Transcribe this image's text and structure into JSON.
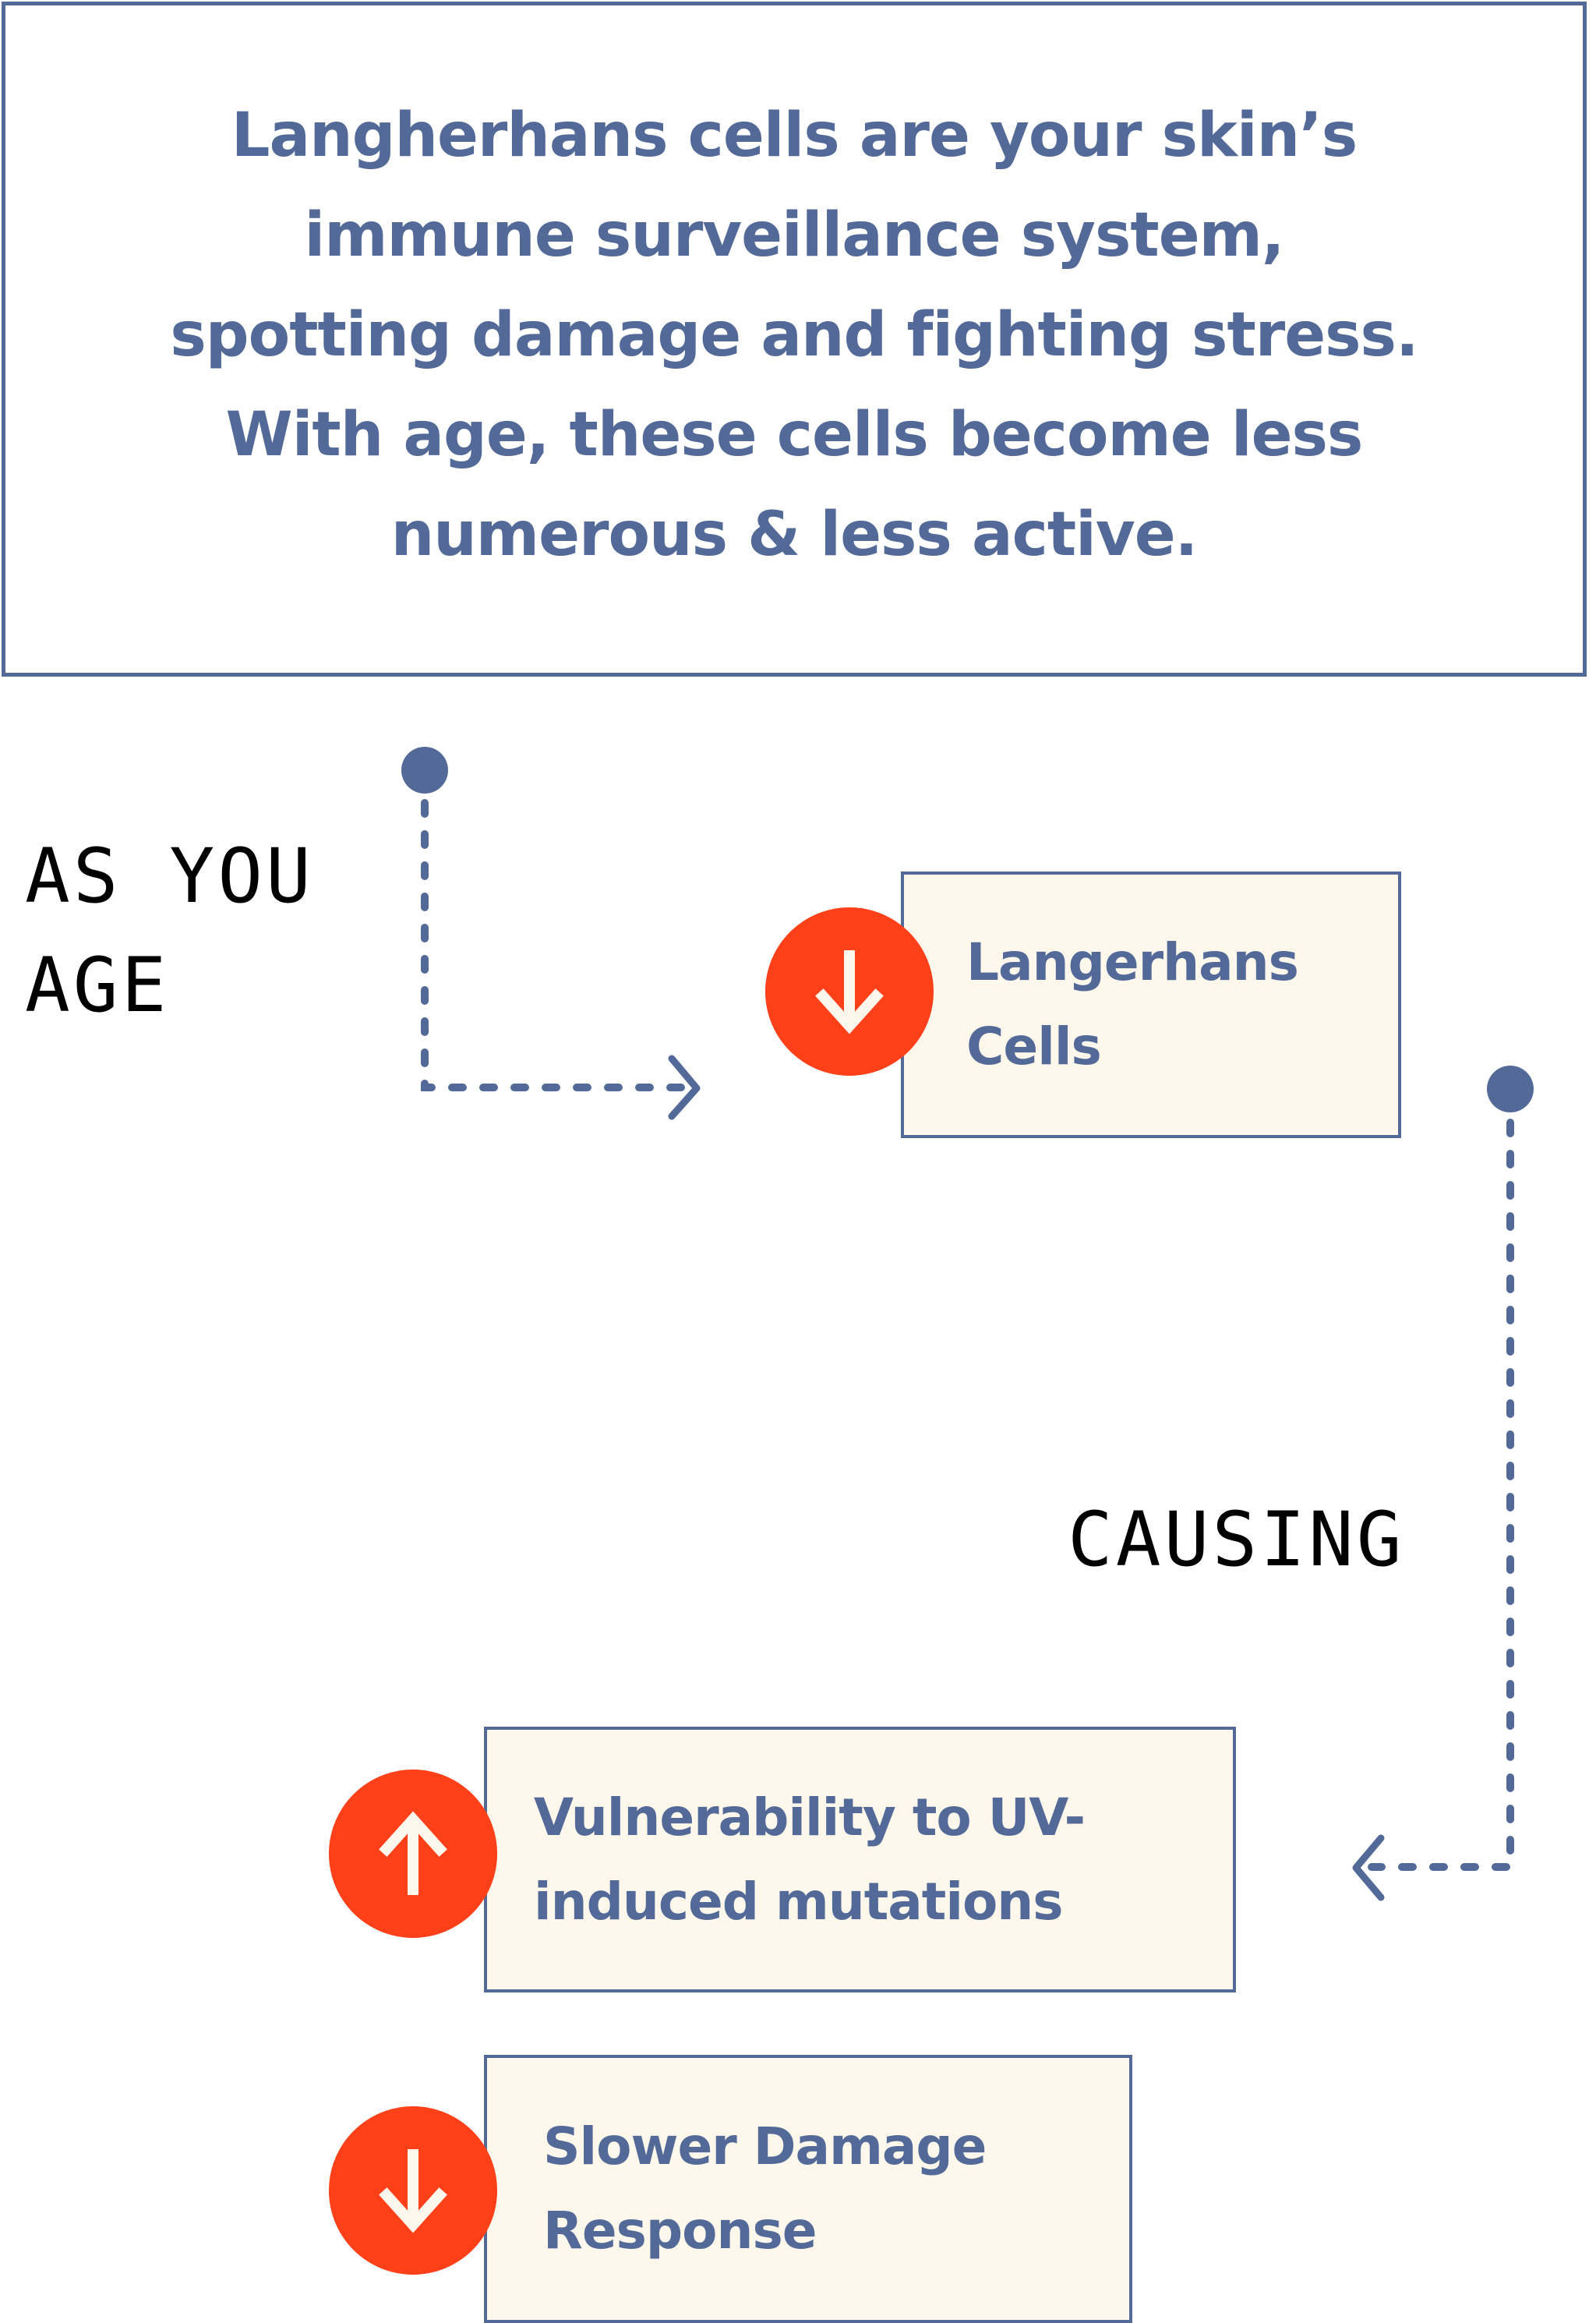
{
  "intro": {
    "lines": [
      "Langherhans cells are your skin’s",
      "immune surveillance system,",
      "spotting damage and fighting stress.",
      "With age, these cells become less",
      "numerous & less active."
    ]
  },
  "labels": {
    "as_you_age": [
      "AS YOU",
      "AGE"
    ],
    "causing": "CAUSING"
  },
  "cards": [
    {
      "direction": "down",
      "icon": "arrow-down-icon",
      "lines": [
        "Langerhans",
        "Cells"
      ]
    },
    {
      "direction": "up",
      "icon": "arrow-up-icon",
      "lines": [
        "Vulnerability to UV-",
        "induced mutations"
      ]
    },
    {
      "direction": "down",
      "icon": "arrow-down-icon",
      "lines": [
        "Slower Damage",
        "Response"
      ]
    }
  ],
  "colors": {
    "primary": "#536a98",
    "accent": "#ff4018",
    "card_bg": "#fdf7ec",
    "text_dark": "#000000"
  }
}
